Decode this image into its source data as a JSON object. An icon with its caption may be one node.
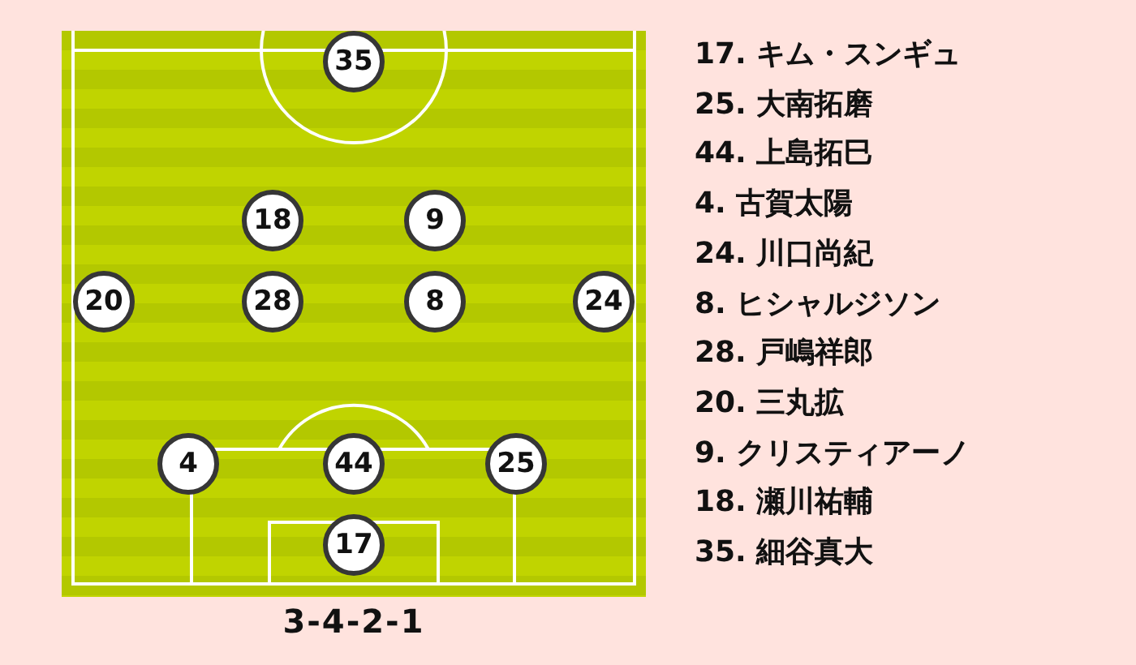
{
  "diagram": {
    "caption": "3-4-2-1",
    "nodes": [
      {
        "text": [
          "35"
        ]
      },
      {
        "text": [
          "18"
        ]
      },
      {
        "text": [
          "9"
        ]
      },
      {
        "text": [
          "20"
        ]
      },
      {
        "text": [
          "28"
        ]
      },
      {
        "text": [
          "8"
        ]
      },
      {
        "text": [
          "24"
        ]
      },
      {
        "text": [
          "4"
        ]
      },
      {
        "text": [
          "44"
        ]
      },
      {
        "text": [
          "25"
        ]
      },
      {
        "text": [
          "17"
        ]
      }
    ],
    "labels": [
      "17. キム・スンギュ",
      "25. 大南拓磨",
      "44. 上島拓巳",
      "4. 古賀太陽",
      "24. 川口尚紀",
      "8. ヒシャルジソン",
      "28. 戸嶋祥郎",
      "20. 三丸拡",
      "9. クリスティアーノ",
      "18. 瀬川祐輔",
      "35. 細谷真大"
    ]
  }
}
